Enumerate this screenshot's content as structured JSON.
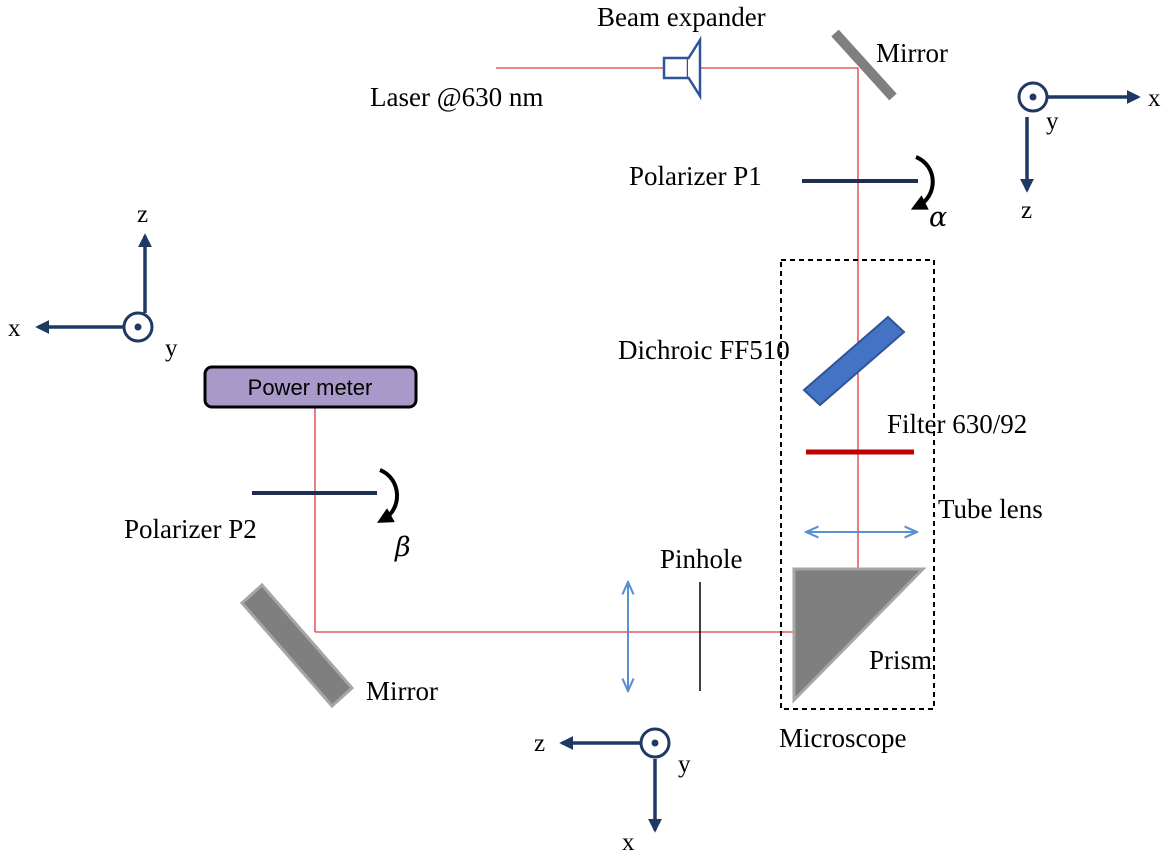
{
  "labels": {
    "beam_expander": "Beam expander",
    "mirror_top": "Mirror",
    "laser": "Laser @630 nm",
    "polarizer_p1": "Polarizer P1",
    "alpha": "α",
    "dichroic": "Dichroic FF510",
    "filter": "Filter 630/92",
    "tube_lens": "Tube lens",
    "pinhole": "Pinhole",
    "prism": "Prism",
    "microscope": "Microscope",
    "power_meter": "Power meter",
    "polarizer_p2": "Polarizer P2",
    "beta": "β",
    "mirror_bottom": "Mirror"
  },
  "axes": {
    "top_right": {
      "x": "x",
      "y": "y",
      "z": "z"
    },
    "left": {
      "x": "x",
      "y": "y",
      "z": "z"
    },
    "bottom": {
      "x": "x",
      "y": "y",
      "z": "z"
    }
  },
  "colors": {
    "beam": "#e0393a",
    "axis": "#1f3864",
    "polarizer": "#1f2d4f",
    "dichroic": "#4472c4",
    "filter": "#c00000",
    "lens": "#5b8fd1",
    "optic_gray": "#7f7f7f",
    "power_meter_fill": "#a899c9"
  }
}
